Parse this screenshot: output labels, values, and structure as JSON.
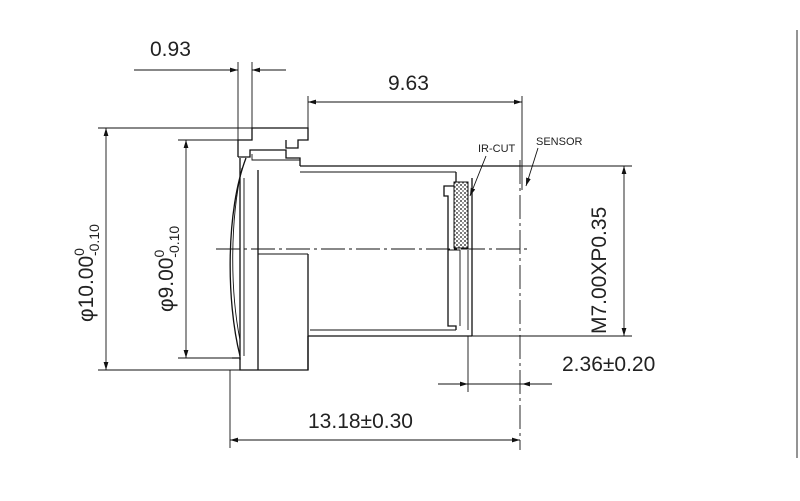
{
  "dimensions": {
    "flange_thickness": "0.93",
    "back_focal_length": "9.63",
    "outer_diameter": {
      "base": "φ10.00",
      "upper_tol": "0",
      "lower_tol": "-0.10"
    },
    "barrel_diameter": {
      "base": "φ9.00",
      "upper_tol": "0",
      "lower_tol": "-0.10"
    },
    "thread": "M7.00XP0.35",
    "sensor_gap": "2.36±0.20",
    "total_length": "13.18±0.30"
  },
  "labels": {
    "ir_cut": "IR-CUT",
    "sensor": "SENSOR"
  }
}
